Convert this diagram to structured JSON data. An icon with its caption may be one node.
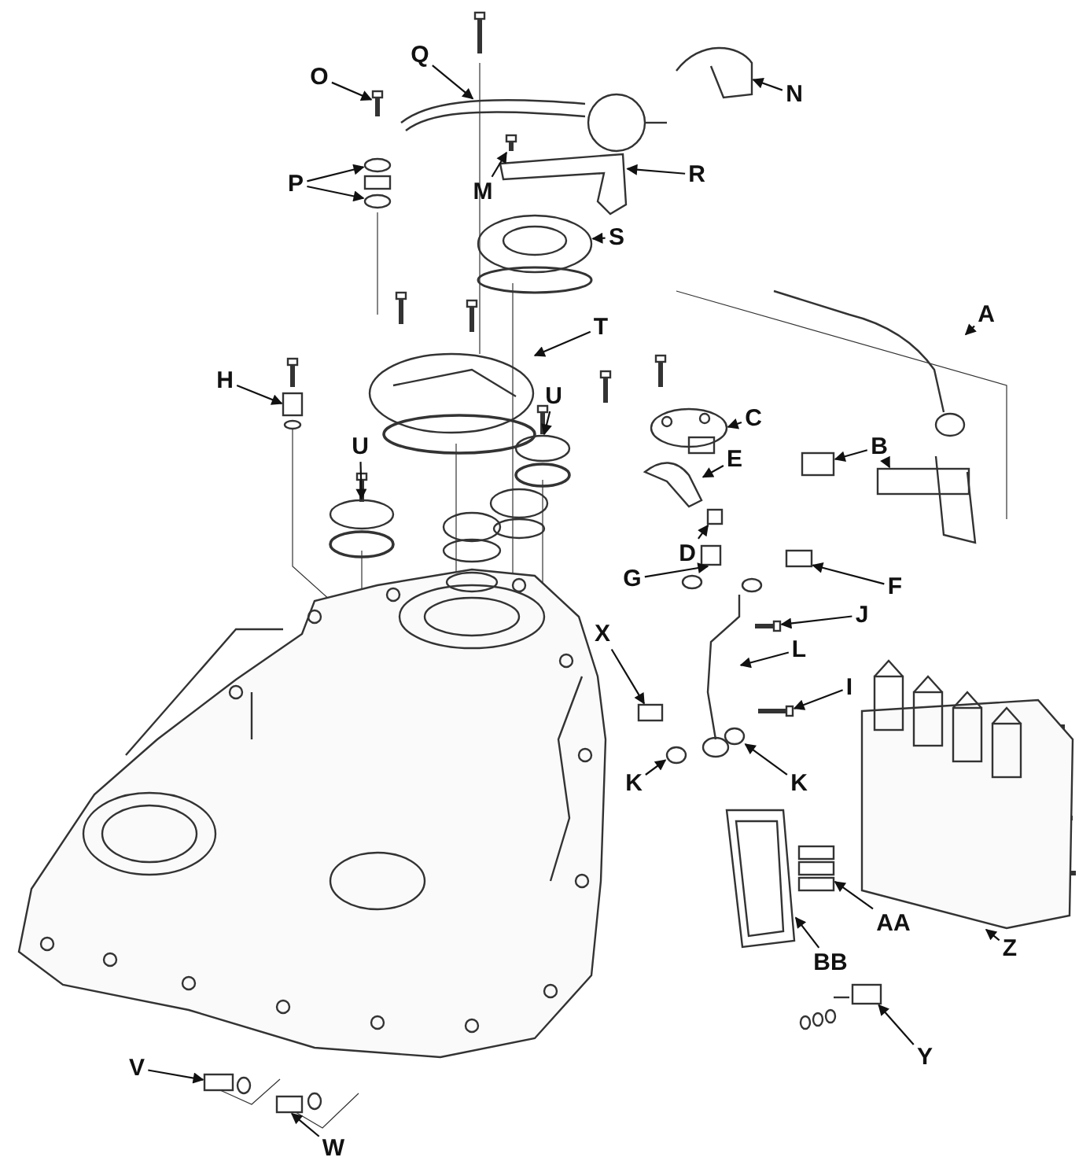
{
  "diagram": {
    "nodes": [
      {
        "text": [
          "Q"
        ]
      },
      {
        "text": [
          "O"
        ]
      },
      {
        "text": [
          "N"
        ]
      },
      {
        "text": [
          "R"
        ]
      },
      {
        "text": [
          "P"
        ]
      },
      {
        "text": [
          "M"
        ]
      },
      {
        "text": [
          "S"
        ]
      },
      {
        "text": [
          "A"
        ]
      },
      {
        "text": [
          "T"
        ]
      },
      {
        "text": [
          "H"
        ]
      },
      {
        "text": [
          "U"
        ]
      },
      {
        "text": [
          "C"
        ]
      },
      {
        "text": [
          "U"
        ]
      },
      {
        "text": [
          "B"
        ]
      },
      {
        "text": [
          "E"
        ]
      },
      {
        "text": [
          "D"
        ]
      },
      {
        "text": [
          "G"
        ]
      },
      {
        "text": [
          "F"
        ]
      },
      {
        "text": [
          "J"
        ]
      },
      {
        "text": [
          "X"
        ]
      },
      {
        "text": [
          "L"
        ]
      },
      {
        "text": [
          "I"
        ]
      },
      {
        "text": [
          "K"
        ]
      },
      {
        "text": [
          "K"
        ]
      },
      {
        "text": [
          "AA"
        ]
      },
      {
        "text": [
          "Z"
        ]
      },
      {
        "text": [
          "BB"
        ]
      },
      {
        "text": [
          "Y"
        ]
      },
      {
        "text": [
          "V"
        ]
      },
      {
        "text": [
          "W"
        ]
      },
      {
        "text": [],
        "shape": "picture"
      },
      {
        "text": [],
        "shape": "picture"
      },
      {
        "text": [],
        "shape": "picture"
      },
      {
        "text": [],
        "shape": "picture"
      },
      {
        "text": [],
        "shape": "circle"
      },
      {
        "text": [],
        "shape": "picture"
      },
      {
        "text": [],
        "shape": "picture"
      },
      {
        "text": [],
        "shape": "picture"
      },
      {
        "text": [],
        "shape": "picture"
      },
      {
        "text": [],
        "shape": "picture"
      },
      {
        "text": [],
        "shape": "box"
      },
      {
        "text": [],
        "shape": "circle"
      },
      {
        "text": [],
        "shape": "picture"
      },
      {
        "text": [],
        "shape": "circle"
      },
      {
        "text": [],
        "shape": "box"
      },
      {
        "text": [],
        "shape": "box"
      },
      {
        "text": [],
        "shape": "picture"
      },
      {
        "text": [],
        "shape": "box"
      },
      {
        "text": [],
        "shape": "box"
      },
      {
        "text": [],
        "shape": "box"
      },
      {
        "text": [],
        "shape": "picture"
      },
      {
        "text": [],
        "shape": "box"
      },
      {
        "text": [],
        "shape": "picture"
      },
      {
        "text": [],
        "shape": "picture"
      },
      {
        "text": [],
        "shape": "circle"
      },
      {
        "text": [],
        "shape": "circle"
      },
      {
        "text": [],
        "shape": "picture"
      },
      {
        "text": [],
        "shape": "picture"
      },
      {
        "text": [],
        "shape": "picture"
      },
      {
        "text": [],
        "shape": "box"
      },
      {
        "text": [],
        "shape": "box"
      },
      {
        "text": [],
        "shape": "box"
      }
    ],
    "edges": [
      {
        "from": 0,
        "to": 30,
        "arrow": "to"
      },
      {
        "from": 1,
        "to": 31,
        "arrow": "to"
      },
      {
        "from": 2,
        "to": 32,
        "arrow": "to"
      },
      {
        "from": 3,
        "to": 33,
        "arrow": "to"
      },
      {
        "from": 4,
        "to": 34,
        "arrow": "to"
      },
      {
        "from": 4,
        "to": 35,
        "arrow": "to"
      },
      {
        "from": 5,
        "to": 36,
        "arrow": "to"
      },
      {
        "from": 6,
        "to": 37,
        "arrow": "to"
      },
      {
        "from": 7,
        "to": 38,
        "arrow": "to"
      },
      {
        "from": 8,
        "to": 39,
        "arrow": "to"
      },
      {
        "from": 9,
        "to": 40,
        "arrow": "to"
      },
      {
        "from": 10,
        "to": 41,
        "arrow": "to"
      },
      {
        "from": 11,
        "to": 42,
        "arrow": "to"
      },
      {
        "from": 12,
        "to": 43,
        "arrow": "to"
      },
      {
        "from": 13,
        "to": 44,
        "arrow": "to"
      },
      {
        "from": 13,
        "to": 45,
        "arrow": "to"
      },
      {
        "from": 14,
        "to": 46,
        "arrow": "to"
      },
      {
        "from": 15,
        "to": 47,
        "arrow": "to"
      },
      {
        "from": 16,
        "to": 48,
        "arrow": "to"
      },
      {
        "from": 17,
        "to": 49,
        "arrow": "to"
      },
      {
        "from": 18,
        "to": 50,
        "arrow": "to"
      },
      {
        "from": 19,
        "to": 51,
        "arrow": "to"
      },
      {
        "from": 20,
        "to": 52,
        "arrow": "to"
      },
      {
        "from": 21,
        "to": 53,
        "arrow": "to"
      },
      {
        "from": 22,
        "to": 54,
        "arrow": "to"
      },
      {
        "from": 23,
        "to": 55,
        "arrow": "to"
      },
      {
        "from": 24,
        "to": 56,
        "arrow": "to"
      },
      {
        "from": 25,
        "to": 57,
        "arrow": "to"
      },
      {
        "from": 26,
        "to": 58,
        "arrow": "to"
      },
      {
        "from": 27,
        "to": 59,
        "arrow": "to"
      },
      {
        "from": 28,
        "to": 60,
        "arrow": "to"
      },
      {
        "from": 29,
        "to": 61,
        "arrow": "to"
      }
    ]
  }
}
